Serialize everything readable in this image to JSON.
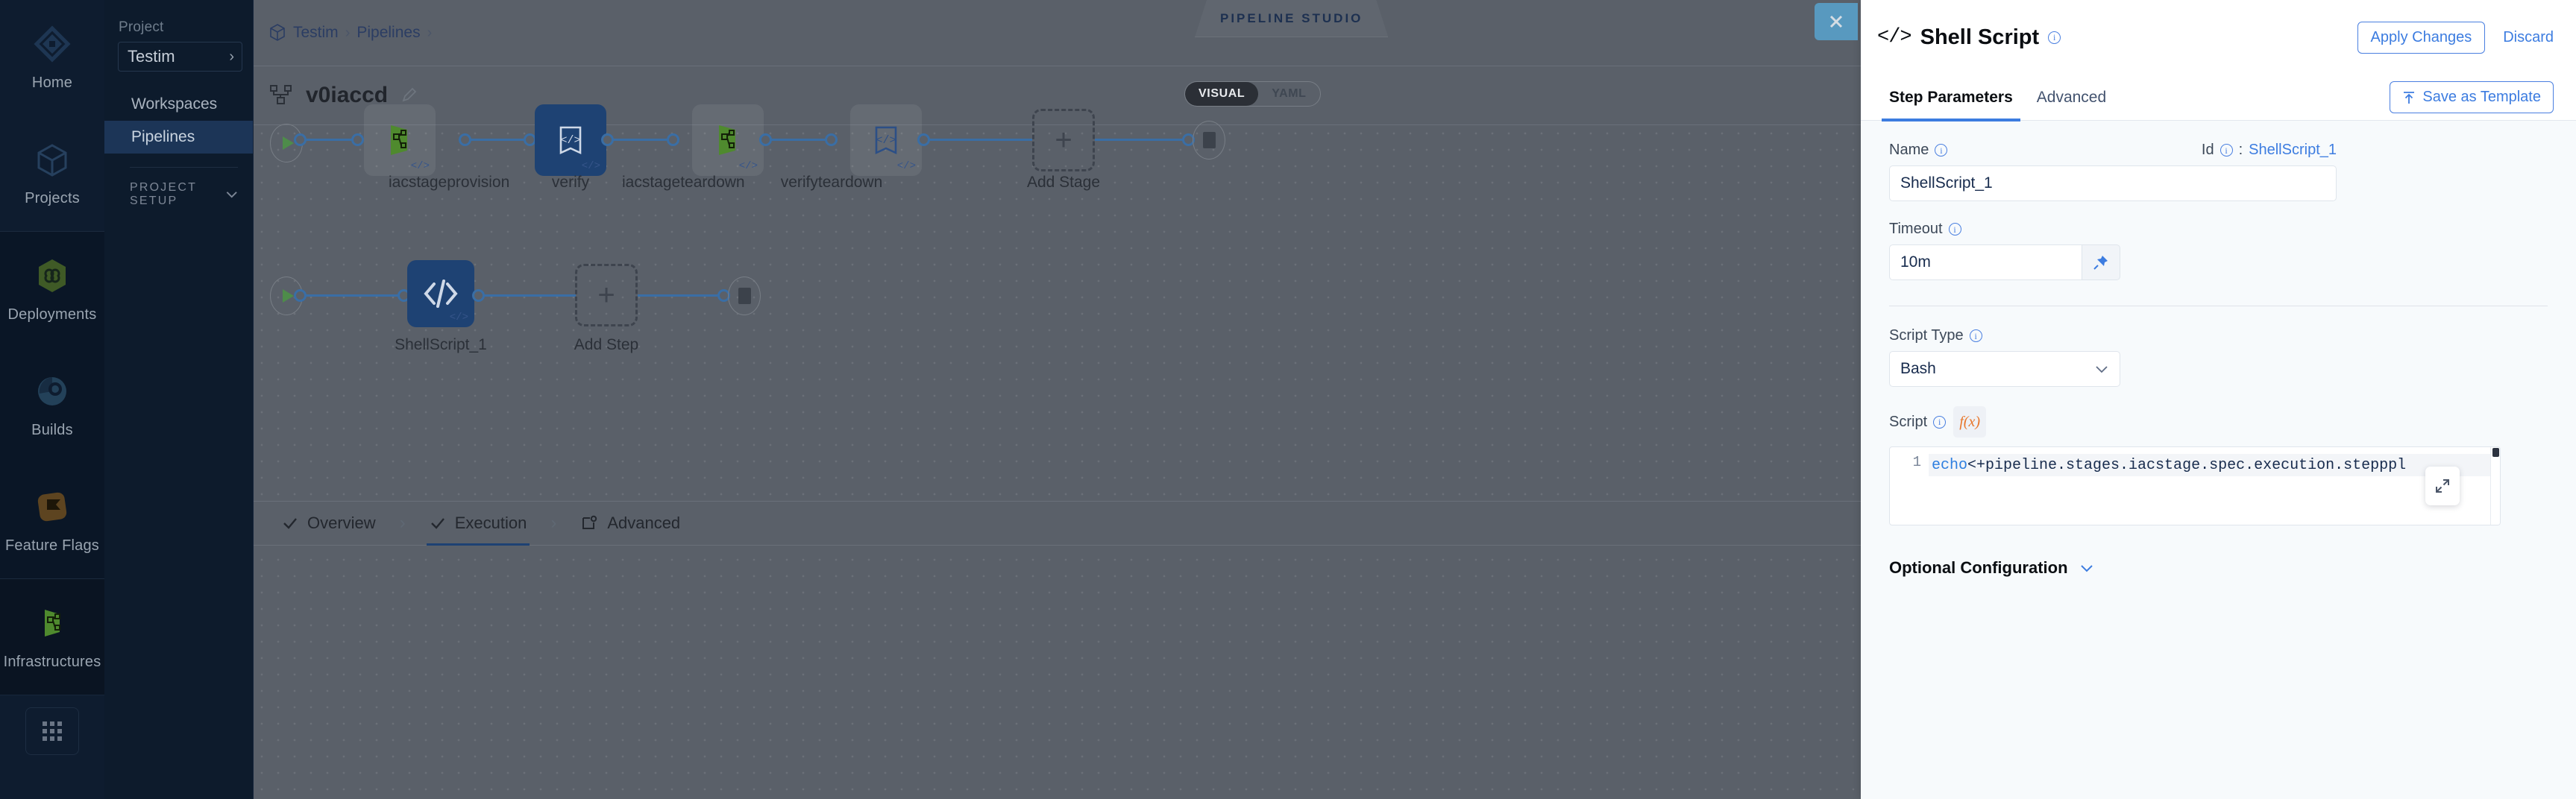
{
  "nav_rail": {
    "items": [
      {
        "label": "Home",
        "icon": "home-diamond-icon"
      },
      {
        "label": "Projects",
        "icon": "cube-icon"
      },
      {
        "label": "Deployments",
        "icon": "infinity-hex-icon"
      },
      {
        "label": "Builds",
        "icon": "pie-gear-icon"
      },
      {
        "label": "Feature Flags",
        "icon": "flag-icon"
      },
      {
        "label": "Infrastructures",
        "icon": "infrastructure-icon"
      }
    ],
    "grid_icon": "apps-grid-icon"
  },
  "sidebar": {
    "project_label": "Project",
    "project_value": "Testim",
    "project_chevron": "chevron-right-icon",
    "items": [
      {
        "label": "Workspaces",
        "active": false
      },
      {
        "label": "Pipelines",
        "active": true
      }
    ],
    "section_label": "PROJECT SETUP",
    "section_chevron": "chevron-down-icon"
  },
  "main": {
    "breadcrumb": {
      "icon": "cube-icon",
      "items": [
        "Testim",
        "Pipelines"
      ],
      "separator": "›"
    },
    "studio_badge": "PIPELINE STUDIO",
    "pipeline_title": "v0iaccd",
    "pipeline_icon": "pipeline-graph-icon",
    "edit_icon": "pencil-icon",
    "view_toggle": {
      "options": [
        "VISUAL",
        "YAML"
      ],
      "selected": "VISUAL"
    },
    "stages": [
      {
        "label": "iacstageprovision",
        "icon": "infrastructure-icon",
        "selected": false
      },
      {
        "label": "verify",
        "icon": "shell-script-icon",
        "selected": true
      },
      {
        "label": "iacstageteardown",
        "icon": "infrastructure-icon",
        "selected": false
      },
      {
        "label": "verifyteardown",
        "icon": "shell-script-icon",
        "selected": false
      }
    ],
    "add_stage_label": "Add Stage",
    "add_stage_icon": "plus-icon",
    "step_tabs": [
      {
        "label": "Overview",
        "icon": "check-icon",
        "active": false
      },
      {
        "label": "Execution",
        "icon": "check-icon",
        "active": true
      },
      {
        "label": "Advanced",
        "icon": "advanced-gear-icon",
        "active": false
      }
    ],
    "steps": [
      {
        "label": "ShellScript_1",
        "icon": "shell-script-icon",
        "selected": true
      }
    ],
    "add_step_label": "Add Step",
    "add_step_icon": "plus-icon",
    "start_icon": "play-icon",
    "end_icon": "stop-icon"
  },
  "drawer": {
    "close_icon": "close-icon",
    "header": {
      "code_glyph": "</>",
      "title": "Shell Script",
      "info_icon": "info-icon",
      "apply_label": "Apply Changes",
      "discard_label": "Discard"
    },
    "tabs": [
      {
        "label": "Step Parameters",
        "active": true
      },
      {
        "label": "Advanced",
        "active": false
      }
    ],
    "save_template_label": "Save as Template",
    "save_template_icon": "upload-icon",
    "fields": {
      "name_label": "Name",
      "name_value": "ShellScript_1",
      "id_label": "Id",
      "id_separator": ":",
      "id_value": "ShellScript_1",
      "timeout_label": "Timeout",
      "timeout_value": "10m",
      "timeout_pin_icon": "pin-icon",
      "script_type_label": "Script Type",
      "script_type_value": "Bash",
      "script_type_chevron": "chevron-down-icon",
      "script_label": "Script",
      "script_fx_icon": "fx-icon",
      "script_fx_text": "f(x)",
      "script_line_number": "1",
      "script_keyword": "echo",
      "script_body": " <+pipeline.stages.iacstage.spec.execution.step",
      "script_tail": "ppl",
      "expand_icon": "expand-arrows-icon"
    },
    "optional_config_label": "Optional Configuration",
    "optional_config_chevron": "chevron-down-icon"
  },
  "colors": {
    "accent_blue": "#3c7ce0",
    "graph_blue": "#3a6ea5",
    "selected_node": "#1e4273",
    "sidebar_bg": "#0d1b2c",
    "close_btn": "#5899bf"
  }
}
